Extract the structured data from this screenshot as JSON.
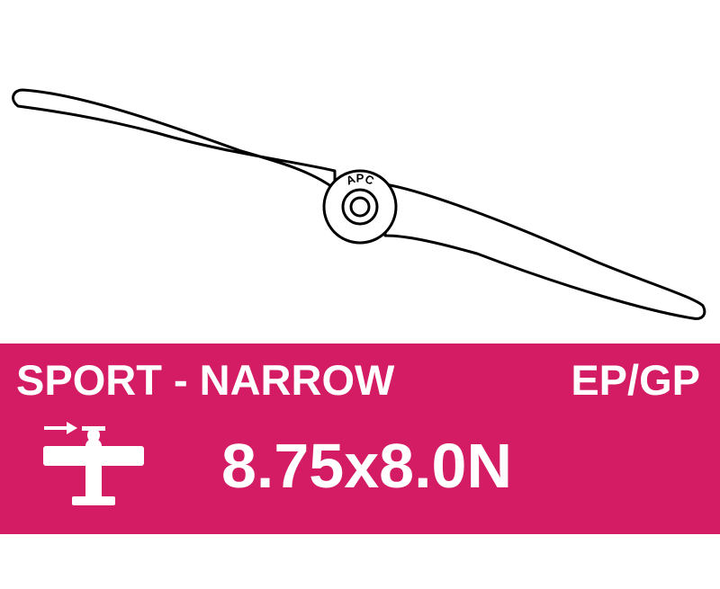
{
  "colors": {
    "banner": "#d41c64",
    "banner_text": "#ffffff",
    "outline": "#000000"
  },
  "propeller": {
    "hub_logo": "APC"
  },
  "banner": {
    "category": "SPORT - NARROW",
    "fuel_type": "EP/GP",
    "size": "8.75x8.0N"
  },
  "icons": {
    "aircraft": "tractor-airplane-icon"
  }
}
